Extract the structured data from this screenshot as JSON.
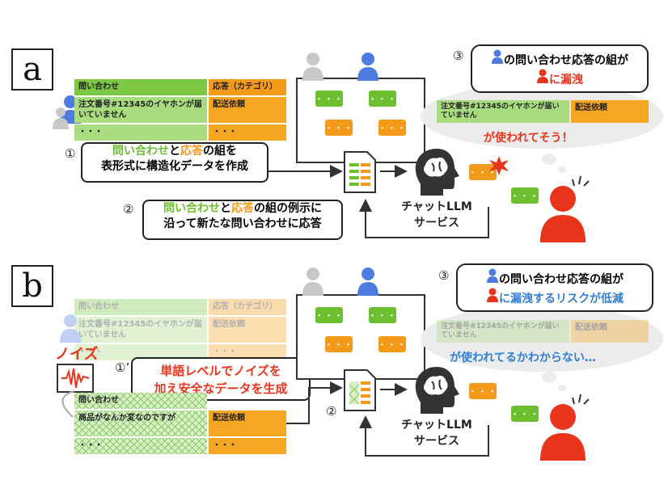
{
  "panel_a": {
    "label": "a",
    "table": {
      "head_q": "問い合わせ",
      "head_a": "応答（カテゴリ）",
      "row1_q": "注文番号#12345のイヤホンが届いていません",
      "row1_a": "配送依頼",
      "row2_q": "・・・",
      "row2_a": "・・・"
    },
    "step1": {
      "num": "①",
      "t1": "問い合わせ",
      "t2": "と",
      "t3": "応答",
      "t4": "の組を",
      "t5": "表形式に構造化データを作成"
    },
    "step2": {
      "num": "②",
      "t1": "問い合わせ",
      "t2": "と",
      "t3": "応答",
      "t4": "の組の例示に",
      "t5": "沿って新たな問い合わせに応答"
    },
    "step3": {
      "num": "③",
      "t1": "の問い合わせ応答の組が",
      "t2": "に漏洩"
    },
    "leak_row_q": "注文番号#12345のイヤホンが届いていません",
    "leak_row_a": "配送依頼",
    "leak_text": "が使われてそう！",
    "service": {
      "l1": "チャットLLM",
      "l2": "サービス"
    }
  },
  "panel_b": {
    "label": "b",
    "table": {
      "head_q": "問い合わせ",
      "head_a": "応答（カテゴリ）",
      "row1_q": "注文番号#12345のイヤホンが届いていません",
      "row1_a": "配送依頼",
      "row2_q": "・・・",
      "row2_a": "・・・"
    },
    "noise_label": "ノイズ",
    "step1": {
      "num": "①’",
      "t1": "単語レベルでノイズを",
      "t2": "加え安全なデータを生成"
    },
    "step2": {
      "num": "②"
    },
    "step3": {
      "num": "③",
      "t1": "の問い合わせ応答の組が",
      "t2": "に漏洩するリスクが低減"
    },
    "noisy_table": {
      "head_q": "問い合わせ",
      "row1_q": "商品がなんか変なのですが",
      "row1_a": "配送依頼",
      "row2_q": "・・・",
      "row2_a": "・・・"
    },
    "leak_row_q": "注文番号#12345のイヤホンが届いていません",
    "leak_row_a": "配送依頼",
    "leak_text": "が使われてるかわからない…",
    "service": {
      "l1": "チャットLLM",
      "l2": "サービス"
    }
  },
  "bubble_text": "・・・",
  "colors": {
    "green": "#6cbf2e",
    "orange": "#f39a1b",
    "red": "#e8351c",
    "blue": "#2f7fd8"
  }
}
